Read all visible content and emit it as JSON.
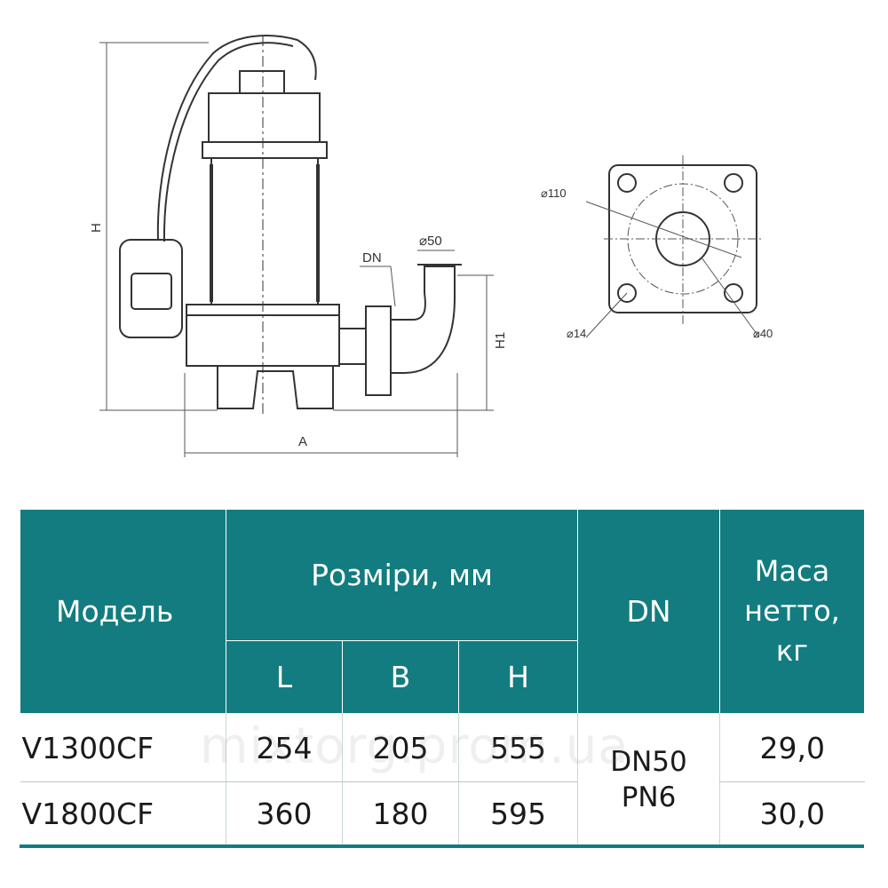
{
  "drawing": {
    "labels": {
      "height": "H",
      "height_outlet": "H1",
      "width": "A",
      "dn": "DN",
      "outlet_diameter": "⌀50",
      "bolt_circle": "⌀110",
      "bolt_hole": "⌀14",
      "bore": "⌀40"
    }
  },
  "table": {
    "header": {
      "model": "Модель",
      "dimensions": "Розміри, мм",
      "dim_l": "L",
      "dim_b": "B",
      "dim_h": "H",
      "dn": "DN",
      "mass_line1": "Маса",
      "mass_line2": "нетто,",
      "mass_line3": "кг"
    },
    "rows": [
      {
        "model": "V1300CF",
        "l": "254",
        "b": "205",
        "h": "555",
        "mass": "29,0"
      },
      {
        "model": "V1800CF",
        "l": "360",
        "b": "180",
        "h": "595",
        "mass": "30,0"
      }
    ],
    "dn_value_line1": "DN50",
    "dn_value_line2": "PN6"
  },
  "watermark": "mixtorg.prom.ua",
  "colors": {
    "header_bg": "#137c80",
    "header_text": "#ffffff",
    "drawing_line": "#333333"
  }
}
